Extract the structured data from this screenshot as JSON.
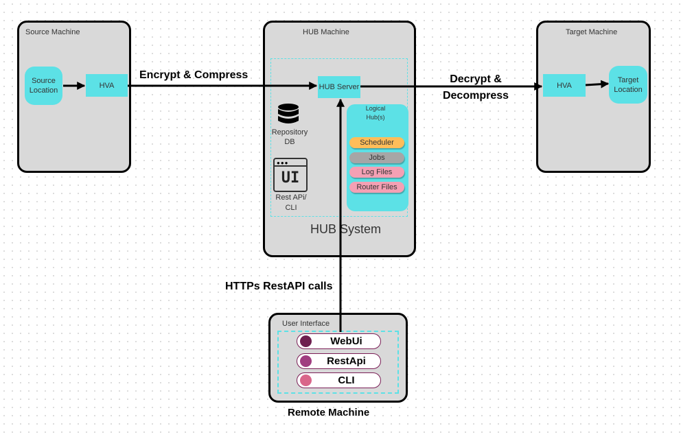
{
  "source": {
    "title": "Source Machine",
    "location": "Source Location",
    "hva": "HVA"
  },
  "hub": {
    "title": "HUB Machine",
    "server": "HUB Server",
    "repository": "Repository DB",
    "rest_api": "Rest APi/ CLI",
    "ui_icon_text": "UI",
    "system_label": "HUB System",
    "logical_hubs": {
      "title": "Logical Hub(s)",
      "items": [
        {
          "label": "Scheduler",
          "color": "#ffbd59"
        },
        {
          "label": "Jobs",
          "color": "#a6a6a6"
        },
        {
          "label": "Log Files",
          "color": "#f4a0b4"
        },
        {
          "label": "Router Files",
          "color": "#f4a0b4"
        }
      ]
    }
  },
  "target": {
    "title": "Target Machine",
    "hva": "HVA",
    "location": "Target Location"
  },
  "edges": {
    "encrypt": "Encrypt & Compress",
    "decrypt": "Decrypt & Decompress",
    "https": "HTTPs RestAPI calls"
  },
  "remote": {
    "title": "User Interface",
    "label": "Remote Machine",
    "items": [
      {
        "label": "WebUi",
        "color": "#6e1f4f"
      },
      {
        "label": "RestApi",
        "color": "#a03d80"
      },
      {
        "label": "CLI",
        "color": "#d9668a"
      }
    ]
  },
  "colors": {
    "machine_fill": "#d9d9d9",
    "teal": "#5ce1e6",
    "outline": "#000000"
  }
}
